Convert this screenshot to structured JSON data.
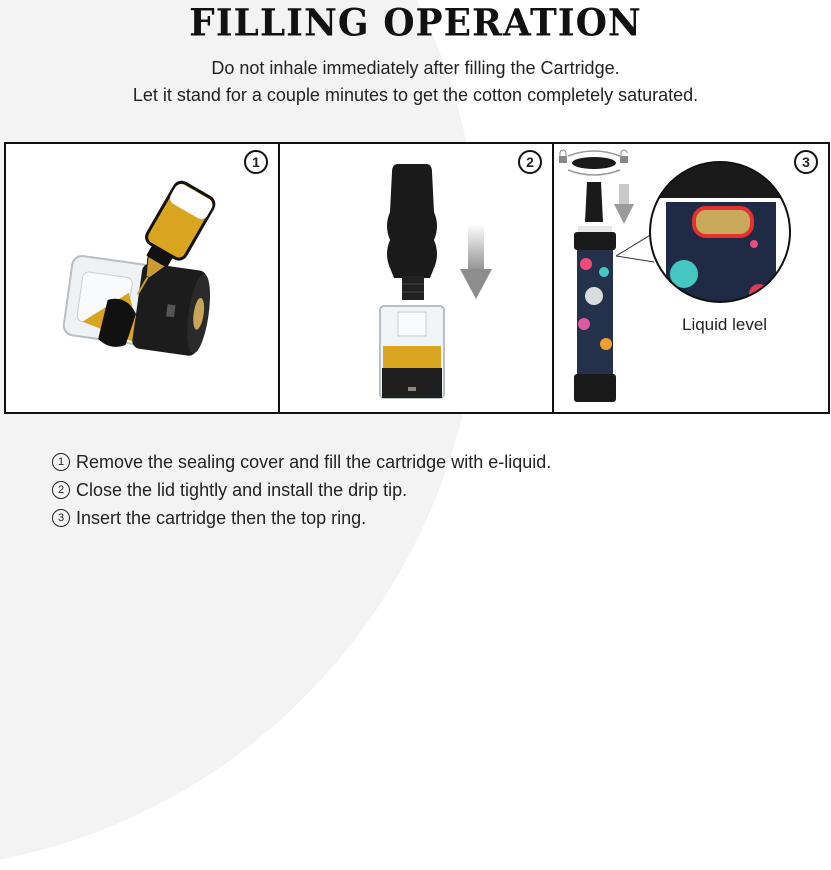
{
  "header": {
    "title": "FILLING OPERATION",
    "subtitle_line1": "Do not inhale immediately after filling the Cartridge.",
    "subtitle_line2": "Let it stand for a couple minutes to get the cotton completely saturated."
  },
  "panels": [
    {
      "number": "1",
      "illustration": "dropper-bottle-filling-cartridge"
    },
    {
      "number": "2",
      "illustration": "drip-tip-installing-on-cartridge"
    },
    {
      "number": "3",
      "illustration": "device-with-top-ring-and-zoom",
      "caption": "Liquid level"
    }
  ],
  "instructions": [
    {
      "number": "1",
      "text": "Remove the sealing cover and fill the cartridge with e-liquid."
    },
    {
      "number": "2",
      "text": "Close the lid tightly and install the drip tip."
    },
    {
      "number": "3",
      "text": "Insert the cartridge then the top ring."
    }
  ],
  "colors": {
    "liquid": "#d9a520",
    "highlight": "#e53030",
    "background_gray": "#f3f3f3"
  }
}
